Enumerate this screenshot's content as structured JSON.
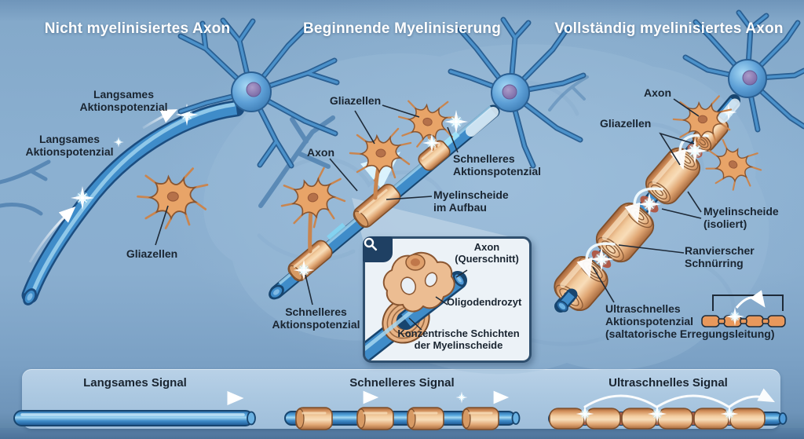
{
  "panels": {
    "left": {
      "title": "Nicht myelinisiertes Axon",
      "label_ap_top": "Langsames\nAktionspotenzial",
      "label_ap_bottom": "Langsames\nAktionspotenzial",
      "label_glia": "Gliazellen"
    },
    "middle": {
      "title": "Beginnende Myelinisierung",
      "label_glia": "Gliazellen",
      "label_axon": "Axon",
      "label_ap_upper": "Schnelleres\nAktionspotenzial",
      "label_myelin": "Myelinscheide\nim Aufbau",
      "label_ap_lower": "Schnelleres\nAktionspotenzial"
    },
    "right": {
      "title": "Vollständig myelinisiertes Axon",
      "label_axon": "Axon",
      "label_glia": "Gliazellen",
      "label_myelin": "Myelinscheide\n(isoliert)",
      "label_node": "Ranvierscher\nSchnürring",
      "label_ap": "Ultraschnelles\nAktionspotenzial\n(saltatorische Erregungsleitung)"
    },
    "inset": {
      "icon": "magnifier-icon",
      "label_axon_cross": "Axon\n(Querschnitt)",
      "label_oligo": "Oligodendrozyt",
      "label_layers": "Konzentrische Schichten\nder Myelinscheide"
    }
  },
  "footer": {
    "slow": "Langsames Signal",
    "fast": "Schnelleres Signal",
    "ultra": "Ultraschnelles Signal"
  },
  "colors": {
    "background": "#8bb0d1",
    "axon_blue": "#3f8cc9",
    "axon_outline": "#17456f",
    "myelin_orange": "#e9ab75",
    "glia_orange": "#e8a468",
    "label_dark": "#1a2531",
    "title_white": "#ffffff",
    "spark_cyan": "#7fe0ff",
    "footer_panel": "#abc8e1"
  }
}
